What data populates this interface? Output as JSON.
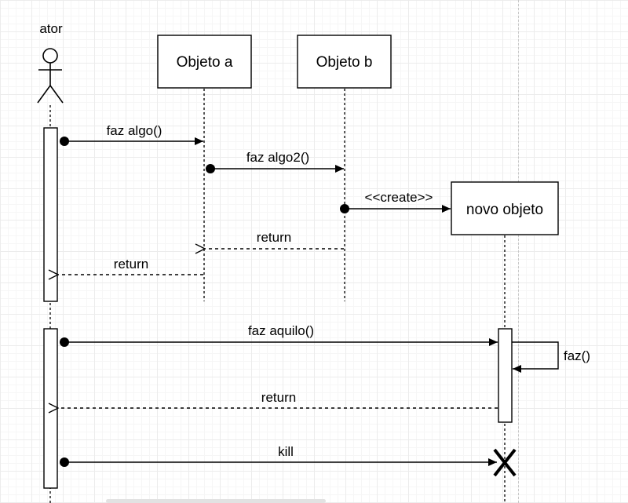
{
  "actor": {
    "label": "ator"
  },
  "objects": [
    {
      "id": "a",
      "label": "Objeto a"
    },
    {
      "id": "b",
      "label": "Objeto b"
    },
    {
      "id": "novo",
      "label": "novo objeto"
    }
  ],
  "messages": [
    {
      "from": "ator",
      "to": "Objeto a",
      "label": "faz algo()",
      "kind": "sync"
    },
    {
      "from": "Objeto a",
      "to": "Objeto b",
      "label": "faz algo2()",
      "kind": "sync"
    },
    {
      "from": "Objeto b",
      "to": "novo objeto",
      "label": "<<create>>",
      "kind": "create"
    },
    {
      "from": "Objeto b",
      "to": "Objeto a",
      "label": "return",
      "kind": "return"
    },
    {
      "from": "Objeto a",
      "to": "ator",
      "label": "return",
      "kind": "return"
    },
    {
      "from": "ator",
      "to": "novo objeto",
      "label": "faz aquilo()",
      "kind": "sync"
    },
    {
      "from": "novo objeto",
      "to": "novo objeto",
      "label": "faz()",
      "kind": "self"
    },
    {
      "from": "novo objeto",
      "to": "ator",
      "label": "return",
      "kind": "return"
    },
    {
      "from": "ator",
      "to": "novo objeto",
      "label": "kill",
      "kind": "destroy"
    }
  ]
}
